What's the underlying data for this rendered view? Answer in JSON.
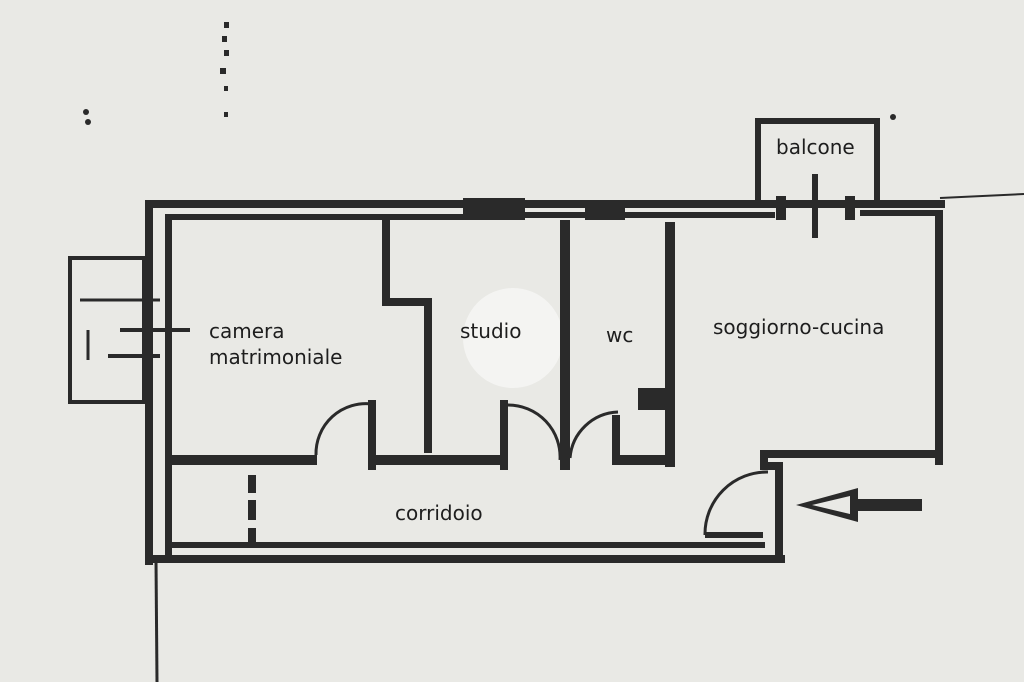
{
  "rooms": {
    "camera": {
      "line1": "camera",
      "line2": "matrimoniale"
    },
    "studio": {
      "label": "studio"
    },
    "wc": {
      "label": "wc"
    },
    "soggiorno": {
      "label": "soggiorno-cucina"
    },
    "corridoio": {
      "label": "corridoio"
    },
    "balcone": {
      "label": "balcone"
    }
  },
  "colors": {
    "background": "#e9e9e5",
    "wall": "#2a2a2a",
    "highlight": "#f4f4f2"
  },
  "icons": {
    "entrance": "arrow-left-icon"
  }
}
